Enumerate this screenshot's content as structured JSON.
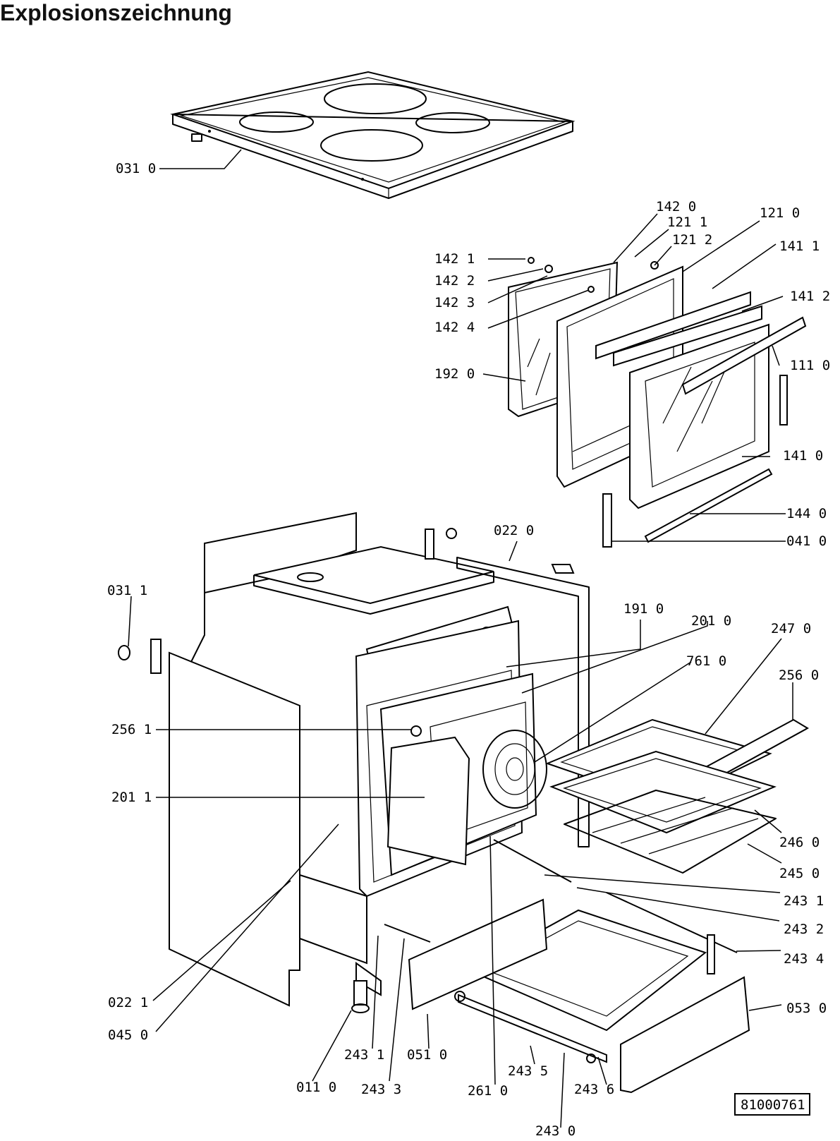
{
  "title": "Explosionszeichnung",
  "reference_number": "81000761",
  "labels": {
    "l0310": "031 0",
    "l1420": "142 0",
    "l1211": "121 1",
    "l1212": "121 2",
    "l1210": "121 0",
    "l1421": "142 1",
    "l1422": "142 2",
    "l1423": "142 3",
    "l1424": "142 4",
    "l1411": "141 1",
    "l1412": "141 2",
    "l1110": "111 0",
    "l1920": "192 0",
    "l1410": "141 0",
    "l1440": "144 0",
    "l0410": "041 0",
    "l0220": "022 0",
    "l0311": "031 1",
    "l1910": "191 0",
    "l2010": "201 0",
    "l2470": "247 0",
    "l7610": "761 0",
    "l2560": "256 0",
    "l2561": "256 1",
    "l2011": "201 1",
    "l2460": "246 0",
    "l2450": "245 0",
    "l2431r": "243 1",
    "l2432": "243 2",
    "l2434": "243 4",
    "l0530": "053 0",
    "l0221": "022 1",
    "l0450": "045 0",
    "l2431b": "243 1",
    "l0510": "051 0",
    "l0110": "011 0",
    "l2433": "243 3",
    "l2610": "261 0",
    "l2435": "243 5",
    "l2436": "243 6",
    "l2430": "243 0"
  }
}
